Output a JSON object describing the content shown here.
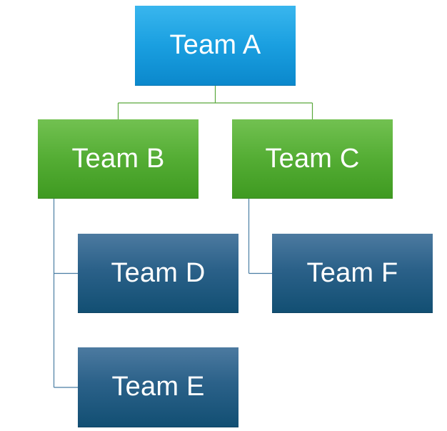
{
  "org_chart": {
    "root": {
      "label": "Team A"
    },
    "level2": [
      {
        "label": "Team B"
      },
      {
        "label": "Team C"
      }
    ],
    "level3": [
      {
        "label": "Team D",
        "parent": "Team B"
      },
      {
        "label": "Team E",
        "parent": "Team B"
      },
      {
        "label": "Team F",
        "parent": "Team C"
      }
    ]
  },
  "colors": {
    "root_fill": "#1a9fe0",
    "level2_fill": "#54ad34",
    "level3_fill": "#2b6189",
    "connector_top": "#5aa83c",
    "connector_bottom": "#4a7ea3",
    "text": "#ffffff"
  }
}
